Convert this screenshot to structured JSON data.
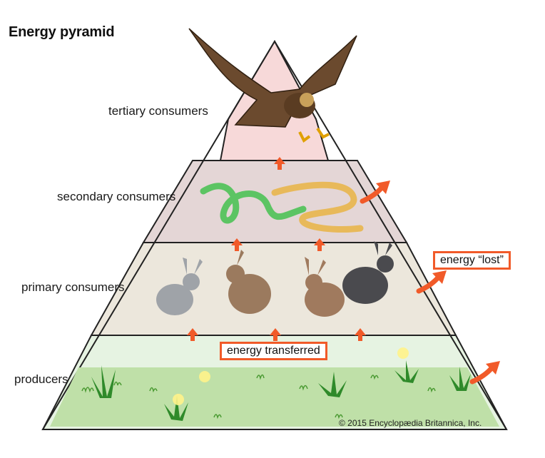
{
  "title": "Energy pyramid",
  "levels": {
    "tertiary": "tertiary consumers",
    "secondary": "secondary consumers",
    "primary": "primary consumers",
    "producers": "producers"
  },
  "callouts": {
    "lost": "energy “lost”",
    "transferred": "energy transferred"
  },
  "copyright": "© 2015 Encyclopædia Britannica, Inc.",
  "colors": {
    "arrow": "#f15a29",
    "tier_tertiary": "#f7d9d9",
    "tier_secondary": "#e3d4d4",
    "tier_primary": "#ece7dc",
    "tier_producers": "#e8f4e4",
    "grass": "#b8dca0"
  },
  "icons": [
    "eagle-icon",
    "snake-icon",
    "rabbit-icon",
    "grass-icon",
    "flower-icon",
    "arrow-up-icon",
    "curved-arrow-icon"
  ]
}
